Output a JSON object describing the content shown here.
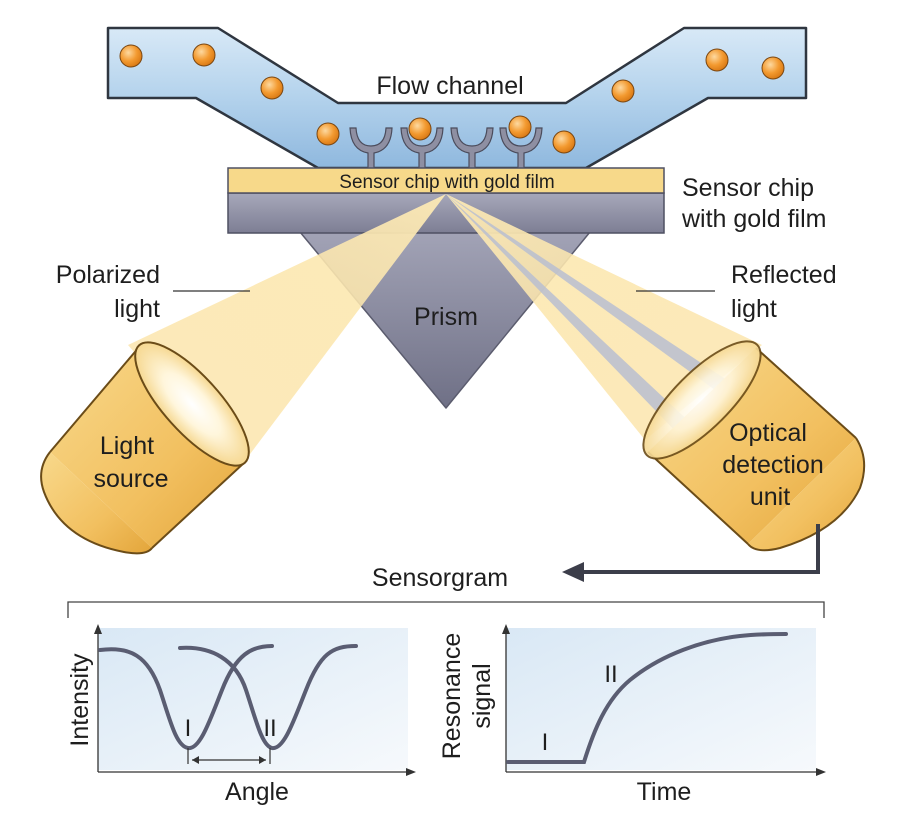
{
  "labels": {
    "flow_channel": "Flow channel",
    "chip_inline": "Sensor chip with gold film",
    "chip_side_1": "Sensor chip",
    "chip_side_2": "with gold film",
    "polarized_1": "Polarized",
    "polarized_2": "light",
    "reflected_1": "Reflected",
    "reflected_2": "light",
    "prism": "Prism",
    "light_source_1": "Light",
    "light_source_2": "source",
    "detector_1": "Optical",
    "detector_2": "detection",
    "detector_3": "unit",
    "sensorgram": "Sensorgram"
  },
  "angle_plot": {
    "ylabel": "Intensity",
    "xlabel": "Angle",
    "dip_1": "I",
    "dip_2": "II"
  },
  "time_plot": {
    "ylabel_1": "Resonance",
    "ylabel_2": "signal",
    "xlabel": "Time",
    "phase_1": "I",
    "phase_2": "II"
  },
  "colors": {
    "channel": "#b6d4ec",
    "channel_edge": "#3a4350",
    "particle": "#f29a2e",
    "gold_film": "#f7d98a",
    "chip_base": "#8f90a3",
    "prism": "#8d8ea3",
    "beam": "#fbe3a6",
    "device": "#f3c25e",
    "curve": "#5c5f74",
    "plot_bg": "#e3eef8"
  }
}
